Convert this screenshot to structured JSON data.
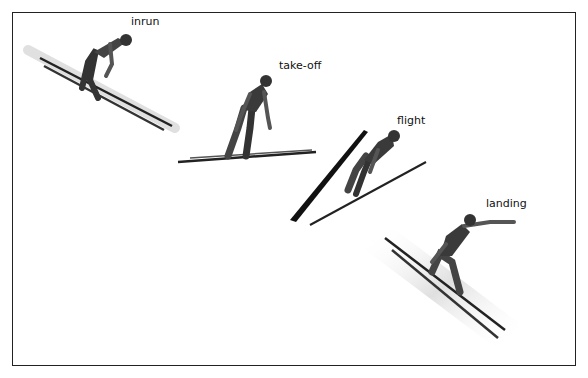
{
  "diagram": {
    "labels": [
      "inrun",
      "take-off",
      "flight",
      "landing"
    ]
  }
}
